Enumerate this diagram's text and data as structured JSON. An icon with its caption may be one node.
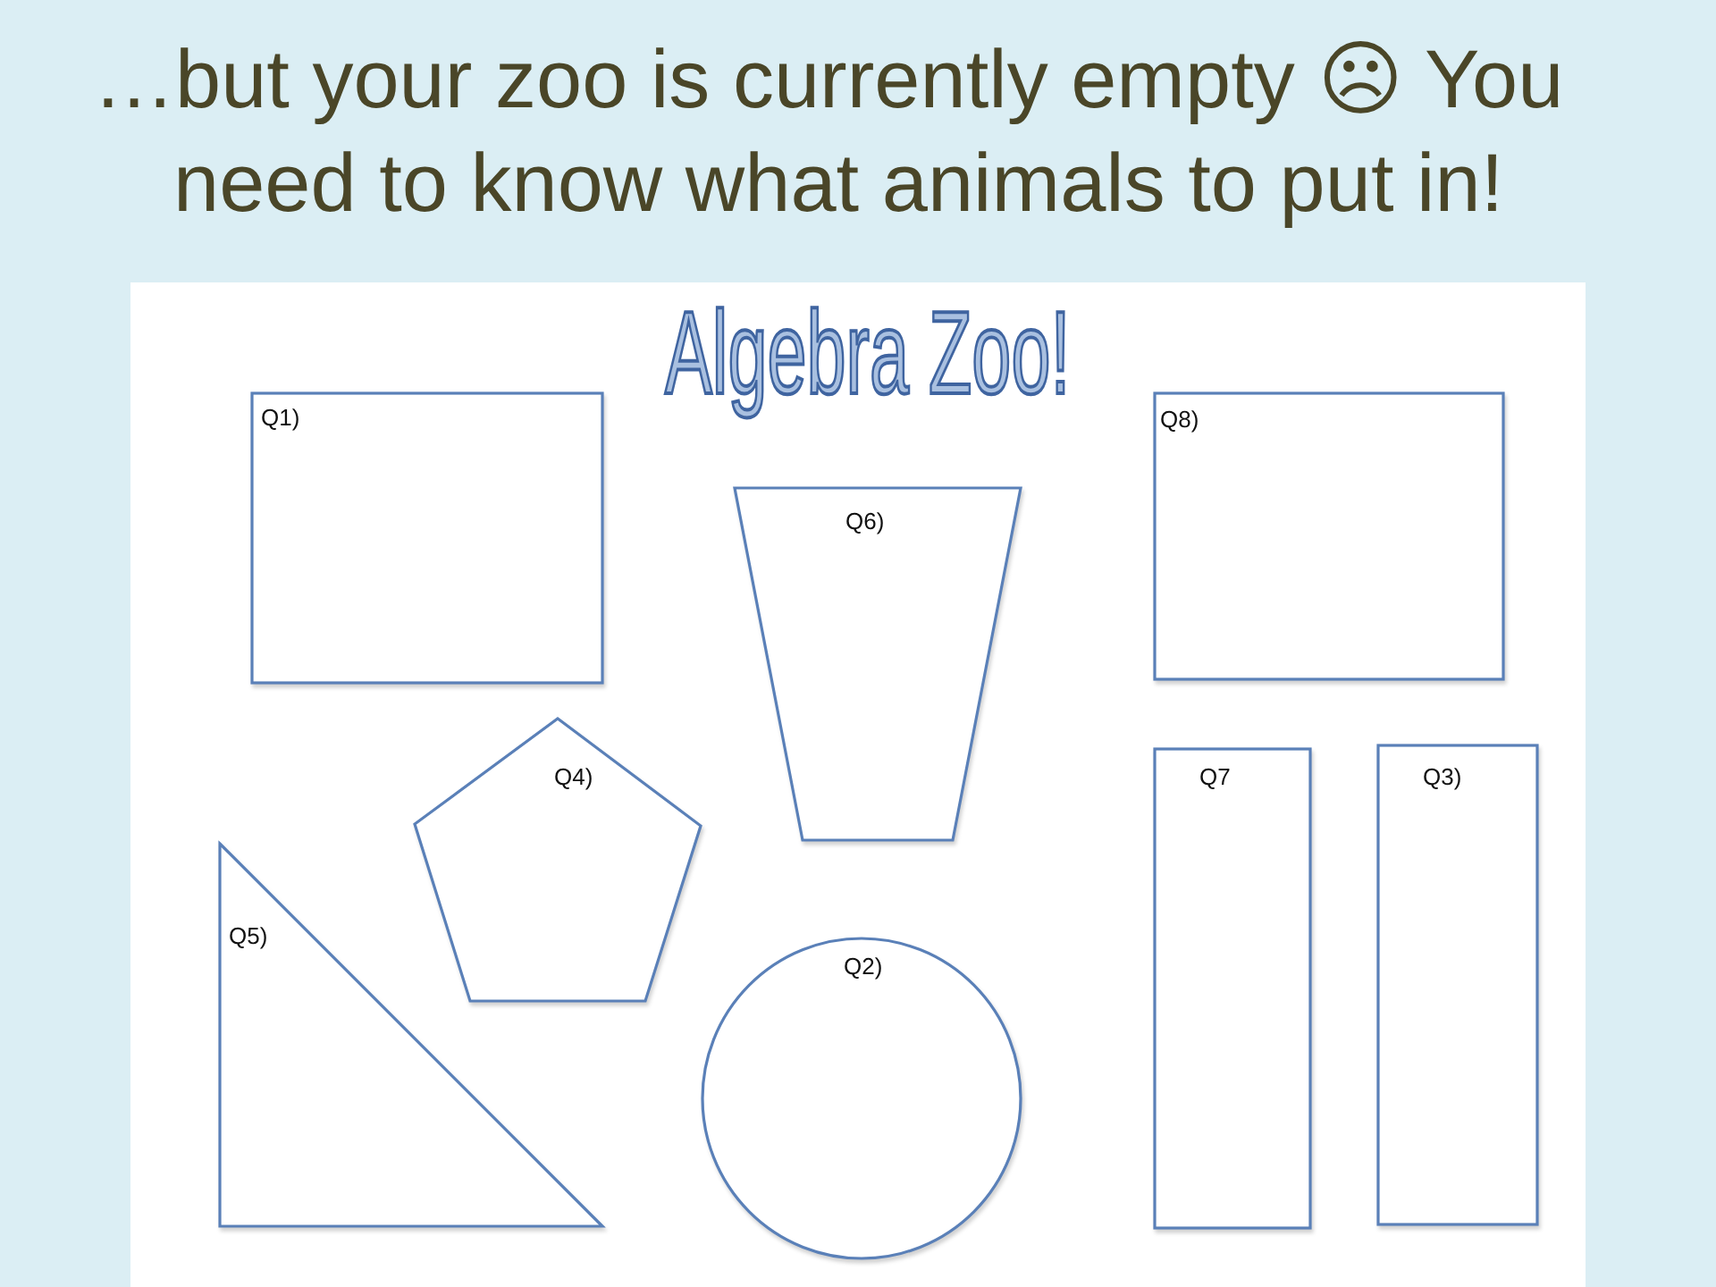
{
  "diagram": {
    "title": "…but your zoo is currently empty ☹ You need to know what animals to put in!",
    "nodes": [
      {
        "text": [
          "Algebra Zoo!"
        ]
      },
      {
        "text": [
          "Q1)"
        ],
        "in": 0
      },
      {
        "text": [
          "Q6)"
        ],
        "in": 0
      },
      {
        "text": [
          "Q8)"
        ],
        "in": 0
      },
      {
        "text": [
          "Q4)"
        ],
        "in": 0
      },
      {
        "text": [
          "Q7"
        ],
        "in": 0
      },
      {
        "text": [
          "Q3)"
        ],
        "in": 0
      },
      {
        "text": [
          "Q5)"
        ],
        "in": 0
      },
      {
        "text": [
          "Q2)"
        ],
        "in": 0
      }
    ]
  }
}
